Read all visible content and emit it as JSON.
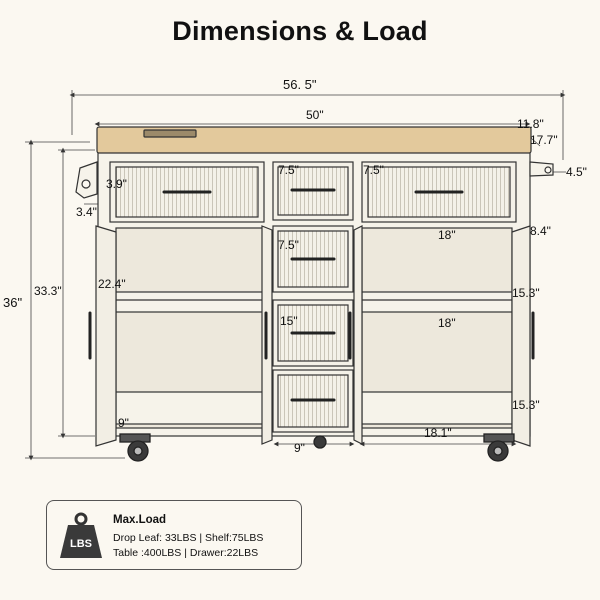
{
  "title": "Dimensions & Load",
  "dimensions": {
    "overall_width": "56. 5\"",
    "top_width": "50\"",
    "side_depth_1": "11.8\"",
    "side_depth_2": "17.7\"",
    "towel_bar_drop": "4.5\"",
    "left_hook_height": "3.9\"",
    "left_hook_width": "3.4\"",
    "top_drawer_left": "7.5\"",
    "top_drawer_right": "7.5\"",
    "middle_drawer_2": "7.5\"",
    "right_side_gap": "8.4\"",
    "left_cabinet_height": "22.4\"",
    "total_height": "36\"",
    "body_height": "33.3\"",
    "right_shelf_width_top": "18\"",
    "right_shelf_height_top": "15.3\"",
    "middle_drawer_width": "15\"",
    "right_shelf_width_mid": "18\"",
    "right_shelf_height_bottom": "15.3\"",
    "left_bottom_gap": "9\"",
    "bottom_center_width": "9\"",
    "bottom_right_width": "18.1\""
  },
  "load": {
    "icon_label": "LBS",
    "heading": "Max.Load",
    "line1": "Drop Leaf:  33LBS   |  Shelf:75LBS",
    "line2": "Table :400LBS   |  Drawer:22LBS"
  },
  "colors": {
    "wood_top": "#e3c99c",
    "cabinet": "#f6f3ea",
    "line": "#333333",
    "background": "#fbf8f1"
  }
}
